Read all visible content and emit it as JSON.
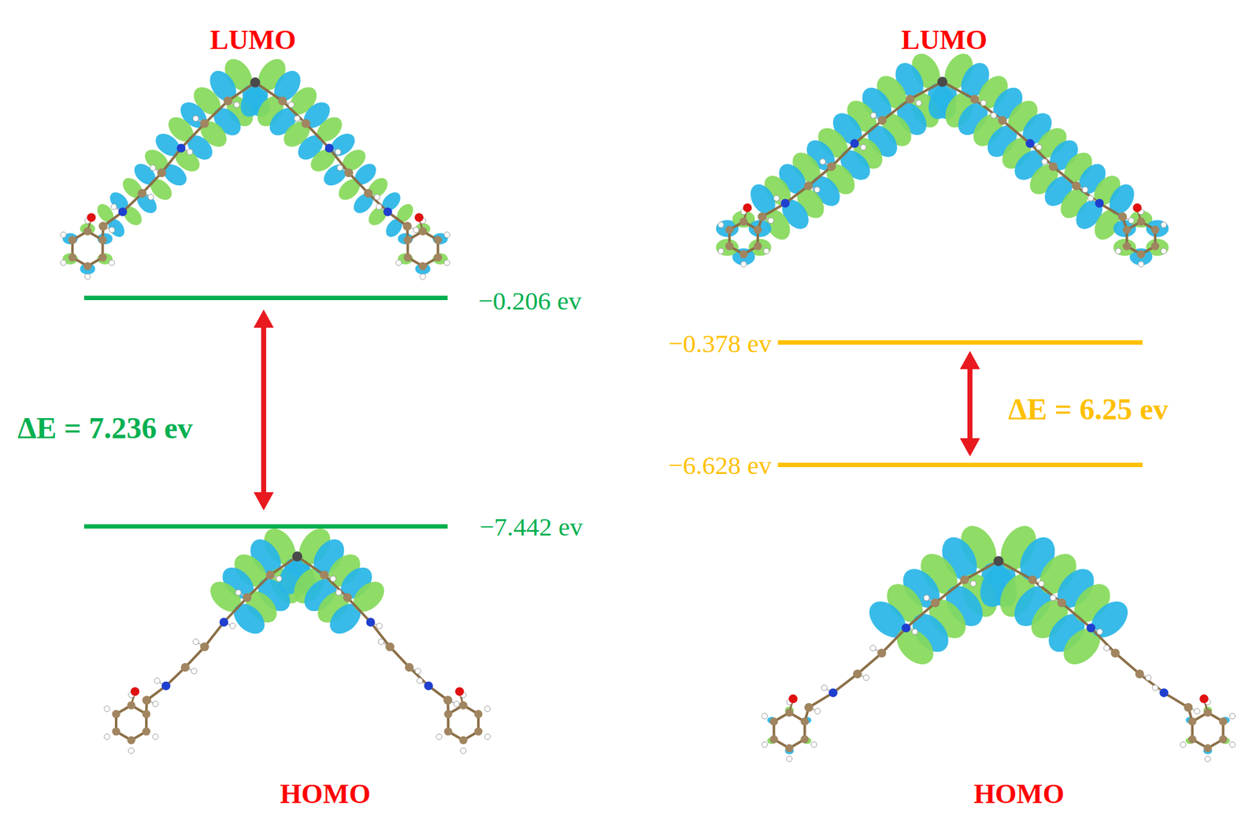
{
  "diagram": {
    "labels": [
      "LUMO",
      "LUMO",
      "−0.206 ev",
      "−0.378 ev",
      "ΔE = 6.25 ev",
      "ΔE = 7.236 ev",
      "−6.628 ev",
      "−7.442 ev",
      "HOMO",
      "HOMO"
    ]
  }
}
